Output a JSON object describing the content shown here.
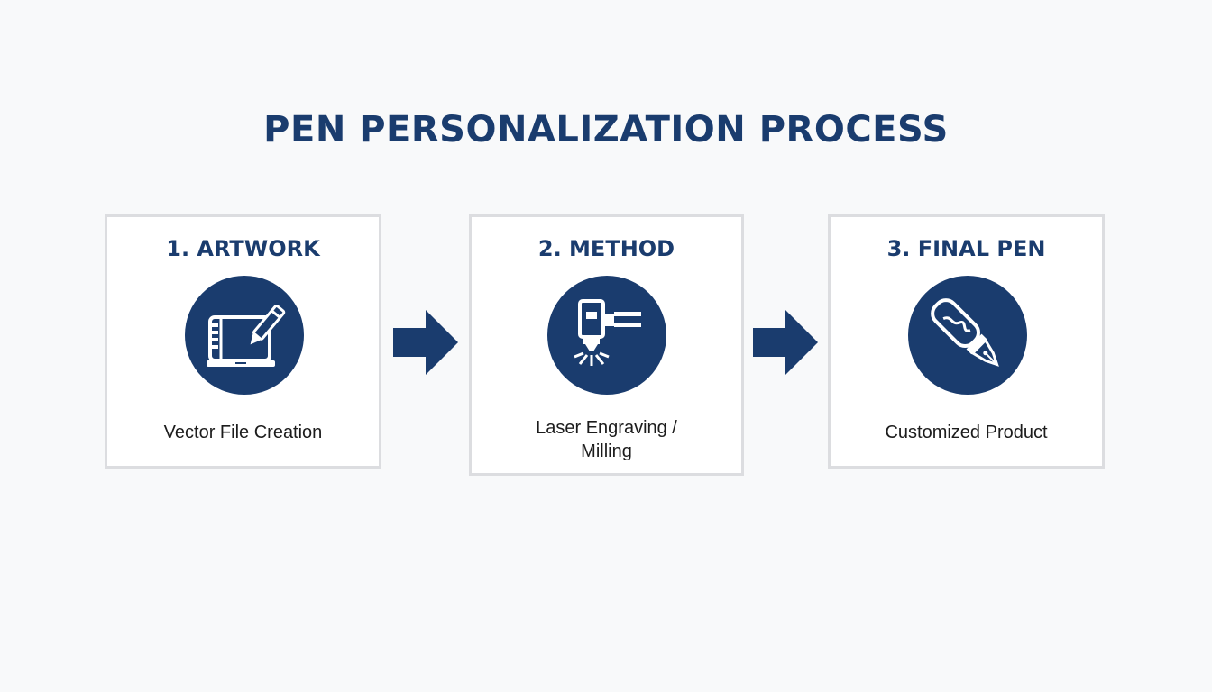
{
  "title": "PEN PERSONALIZATION PROCESS",
  "colors": {
    "primary": "#1a3c6e",
    "card_border": "#dcdde0",
    "background": "#f8f9fa"
  },
  "steps": [
    {
      "title": "1. ARTWORK",
      "icon": "drawing-tablet-icon",
      "caption": "Vector File Creation"
    },
    {
      "title": "2. METHOD",
      "icon": "laser-engraver-icon",
      "caption_line1": "Laser Engraving /",
      "caption_line2": "Milling"
    },
    {
      "title": "3. FINAL PEN",
      "icon": "fountain-pen-icon",
      "caption": "Customized Product"
    }
  ]
}
